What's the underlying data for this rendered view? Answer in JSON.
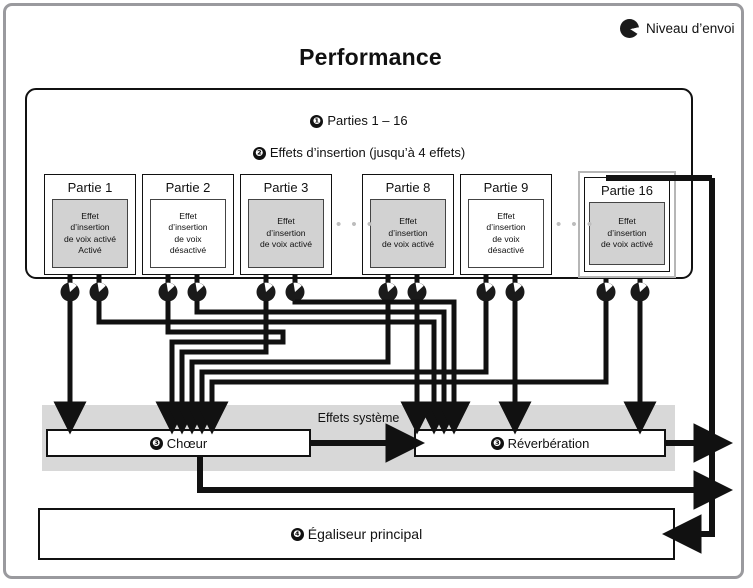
{
  "legend": {
    "icon": "send-level-knob-icon",
    "label": "Niveau d’envoi"
  },
  "title": "Performance",
  "annotations": {
    "item1": {
      "num": "❶",
      "text": "Parties 1 – 16"
    },
    "item2": {
      "num": "❷",
      "text": "Effets d’insertion (jusqu’à 4 effets)"
    },
    "ellipsis": "• • •"
  },
  "parts": [
    {
      "name": "Partie 1",
      "state": "on",
      "lines": [
        "Effet",
        "d’insertion",
        "de voix activé",
        "Activé"
      ],
      "outlined": false
    },
    {
      "name": "Partie 2",
      "state": "off",
      "lines": [
        "Effet",
        "d’insertion",
        "de voix",
        "désactivé"
      ],
      "outlined": false
    },
    {
      "name": "Partie 3",
      "state": "on",
      "lines": [
        "Effet",
        "d’insertion",
        "de voix activé"
      ],
      "outlined": false
    },
    {
      "name": "Partie 8",
      "state": "on",
      "lines": [
        "Effet",
        "d’insertion",
        "de voix activé"
      ],
      "outlined": false
    },
    {
      "name": "Partie 9",
      "state": "off",
      "lines": [
        "Effet",
        "d’insertion",
        "de voix",
        "désactivé"
      ],
      "outlined": false
    },
    {
      "name": "Partie 16",
      "state": "on",
      "lines": [
        "Effet",
        "d’insertion",
        "de voix activé"
      ],
      "outlined": true
    }
  ],
  "system": {
    "band_label": "Effets système",
    "chorus": {
      "num": "❸",
      "text": "Chœur"
    },
    "reverb": {
      "num": "❸",
      "text": "Réverbération"
    }
  },
  "master_eq": {
    "num": "❹",
    "text": "Égaliseur principal"
  },
  "colors": {
    "frame": "#9a9a9e",
    "line": "#111111",
    "fx_on_fill": "#d2d2d2",
    "band_fill": "#d8d8d8",
    "outline_gray": "#b6b6b6"
  }
}
